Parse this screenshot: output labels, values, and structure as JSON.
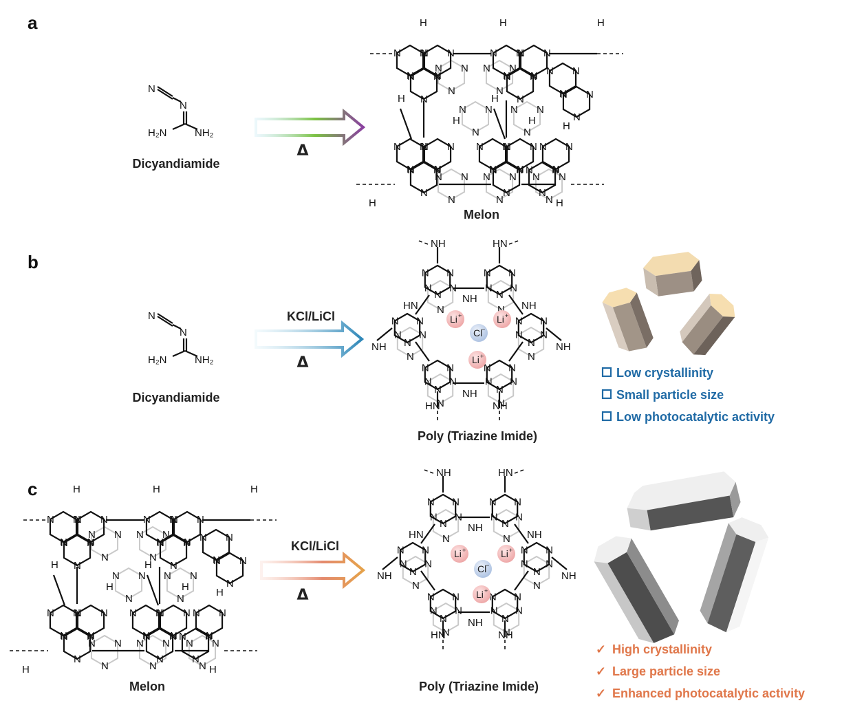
{
  "panels": [
    {
      "letter": "a",
      "reactant_label": "Dicyandiamide",
      "condition": "",
      "heat": "Δ",
      "product_label": "Melon",
      "arrow_colors": [
        "#8fd3e6",
        "#7bc242",
        "#8a3fa0"
      ]
    },
    {
      "letter": "b",
      "reactant_label": "Dicyandiamide",
      "condition": "KCl/LiCl",
      "heat": "Δ",
      "product_label": "Poly (Triazine Imide)",
      "arrow_colors": [
        "#bfe3f0",
        "#2e87b8"
      ],
      "ions": {
        "li": "Li",
        "li_charge": "+",
        "cl": "Cl",
        "cl_charge": "−"
      },
      "properties": [
        "Low crystallinity",
        "Small particle size",
        "Low photocatalytic activity"
      ],
      "property_color": "#1f6aa5",
      "crystal_colors": {
        "top": "#f6deb0",
        "side": "#bdb1a6",
        "dark": "#8a7d72"
      }
    },
    {
      "letter": "c",
      "reactant_label": "Melon",
      "condition": "KCl/LiCl",
      "heat": "Δ",
      "product_label": "Poly (Triazine Imide)",
      "arrow_colors": [
        "#f4b7a3",
        "#e5a24a"
      ],
      "ions": {
        "li": "Li",
        "li_charge": "+",
        "cl": "Cl",
        "cl_charge": "−"
      },
      "properties": [
        "High crystallinity",
        "Large particle size",
        "Enhanced photocatalytic activity"
      ],
      "property_color": "#e0774a",
      "property_marker": "✓",
      "crystal_colors": {
        "top": "#f2f2f2",
        "side": "#bdbdbd",
        "dark": "#555555"
      }
    }
  ],
  "dicyandiamide_atoms": {
    "n1": "N",
    "n2": "N",
    "nh2a": "H₂N",
    "nh2b": "NH₂"
  },
  "atom_n": "N",
  "atom_h": "H",
  "atom_nh": "NH",
  "atom_hn": "HN"
}
